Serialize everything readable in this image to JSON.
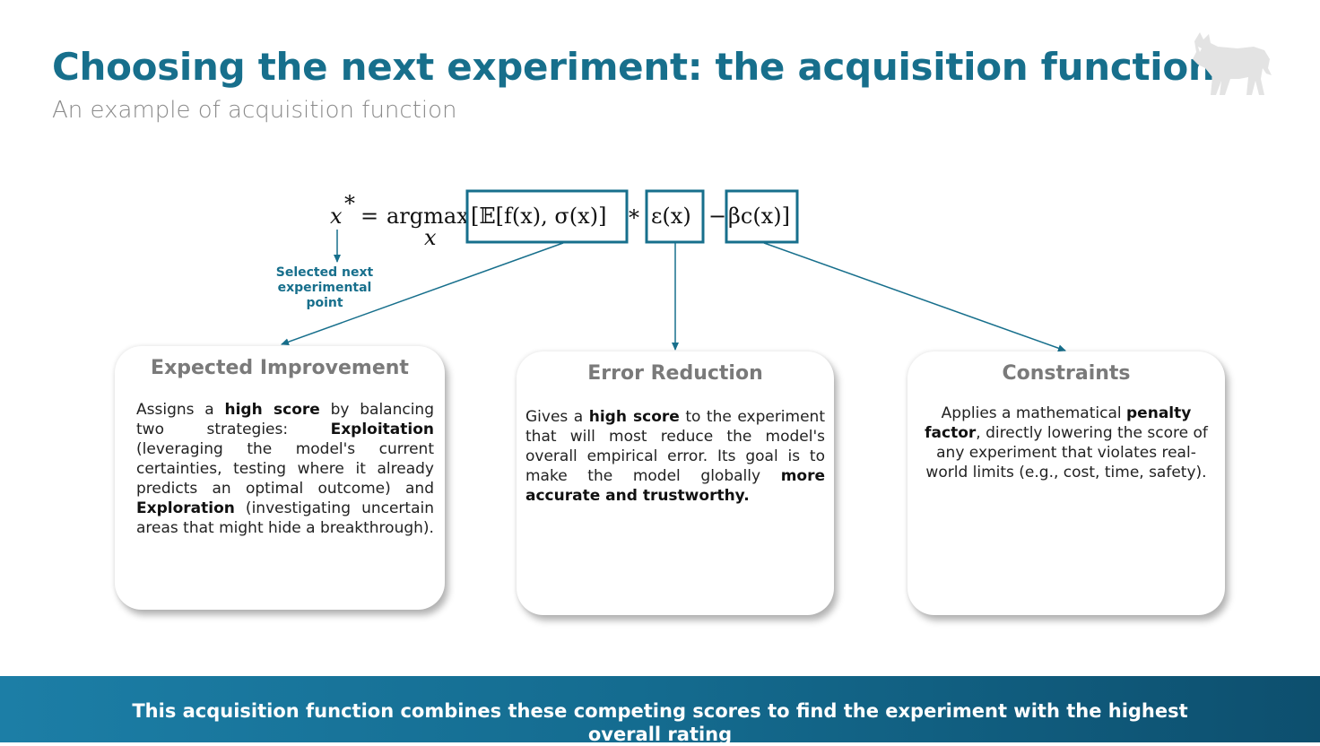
{
  "header": {
    "title": "Choosing the next experiment: the acquisition function",
    "subtitle": "An example of acquisition function"
  },
  "formula": {
    "lhs": "x",
    "star": "*",
    "eq": "=",
    "op": "argmax",
    "sub": "x",
    "term1": "[𝔼[f(x), σ(x)]",
    "times": "*",
    "term2": "ε(x)",
    "minus": "−",
    "term3": "βc(x)]",
    "box_color": "#176f8c"
  },
  "annotation": {
    "selected_point": "Selected next experimental point"
  },
  "cards": [
    {
      "title": "Expected Improvement",
      "segments": [
        {
          "text": "Assigns a ",
          "bold": false
        },
        {
          "text": "high score",
          "bold": true
        },
        {
          "text": " by balancing two strategies: ",
          "bold": false
        },
        {
          "text": "Exploitation",
          "bold": true
        },
        {
          "text": " (leveraging the model's current certainties, testing where it already predicts an optimal outcome) and ",
          "bold": false
        },
        {
          "text": "Exploration",
          "bold": true
        },
        {
          "text": " (investigating uncertain areas that might hide a breakthrough).",
          "bold": false
        }
      ]
    },
    {
      "title": "Error Reduction",
      "segments": [
        {
          "text": "Gives a ",
          "bold": false
        },
        {
          "text": "high score",
          "bold": true
        },
        {
          "text": " to the experiment that will most reduce the model's overall empirical error. Its goal is to make the model globally ",
          "bold": false
        },
        {
          "text": "more accurate and trustworthy.",
          "bold": true
        }
      ]
    },
    {
      "title": "Constraints",
      "segments": [
        {
          "text": "Applies a mathematical ",
          "bold": false
        },
        {
          "text": "penalty factor",
          "bold": true
        },
        {
          "text": ", directly lowering the score of any experiment that violates real-world limits (e.g., cost, time, safety).",
          "bold": false
        }
      ]
    }
  ],
  "footer": {
    "text": "This  acquisition function combines these competing scores to find the experiment with the highest overall rating"
  },
  "colors": {
    "accent": "#176f8c",
    "subtitle": "#8a8a8a",
    "card_title": "#7a7a7a"
  },
  "logo_icon": "six-legged-dog-logo-icon"
}
